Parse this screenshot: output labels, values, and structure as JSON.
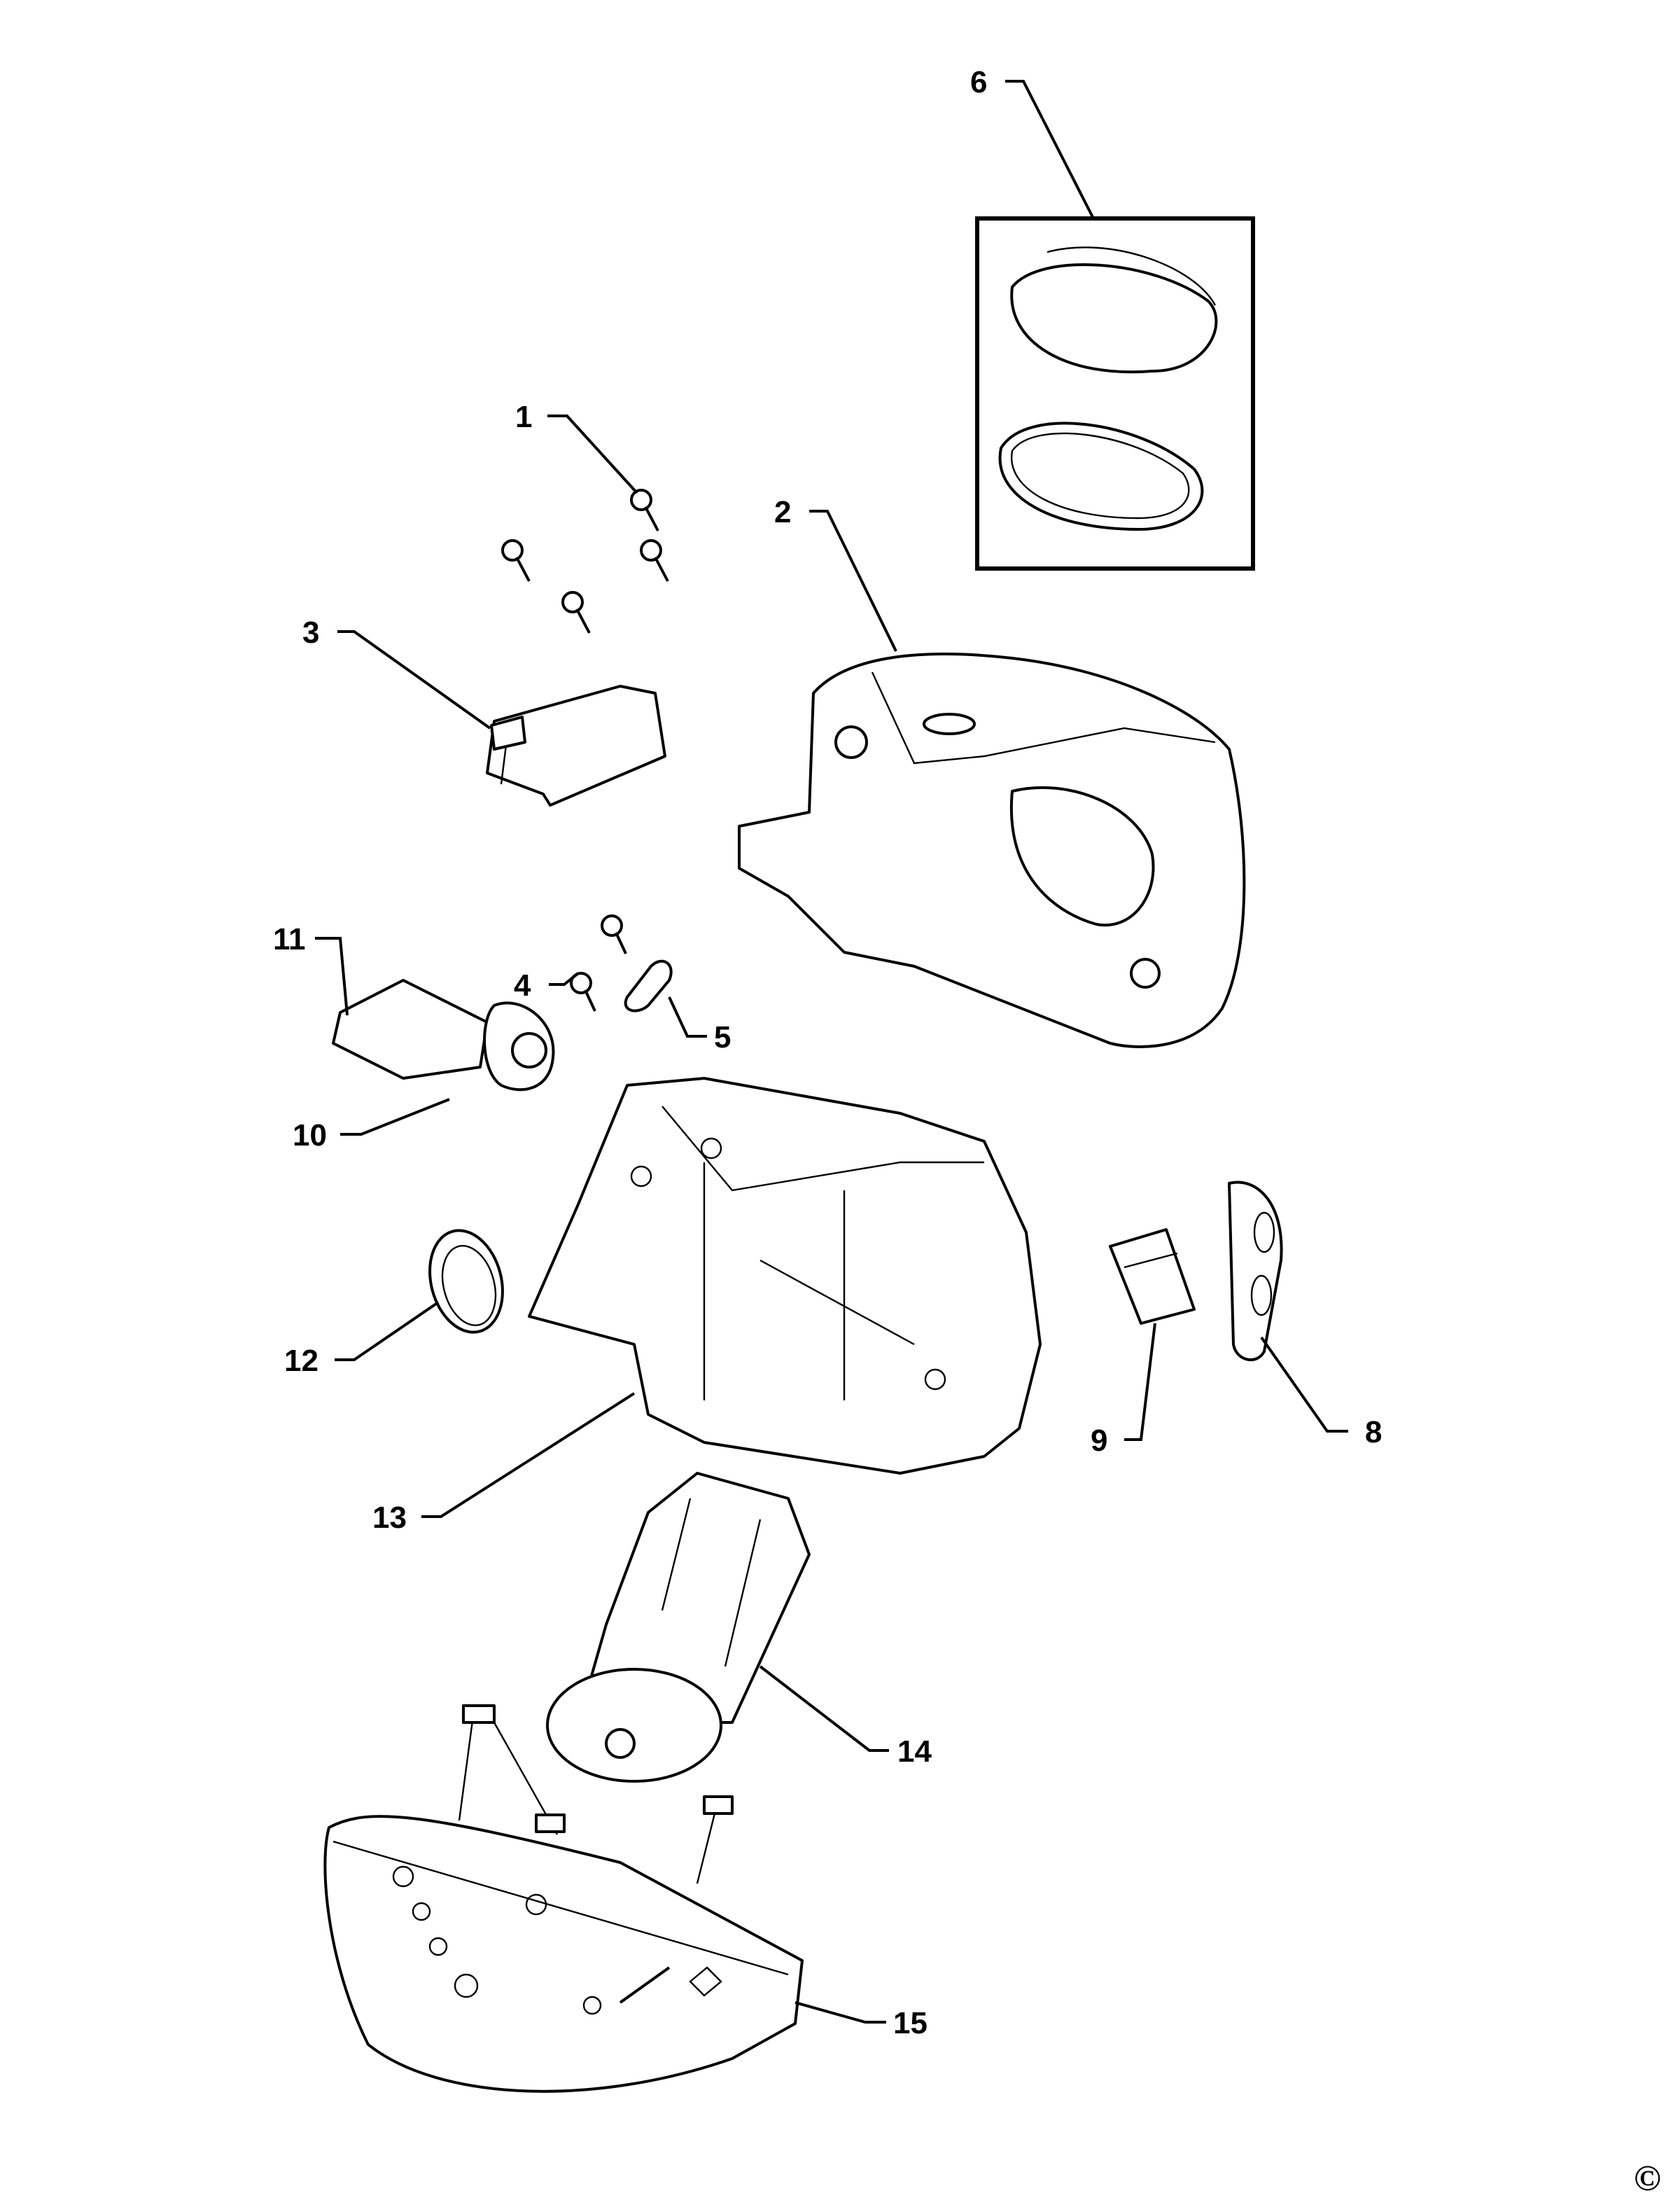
{
  "diagram": {
    "labels": {
      "p1": "1",
      "p2": "2",
      "p3": "3",
      "p4": "4",
      "p5": "5",
      "p6": "6",
      "p8": "8",
      "p9": "9",
      "p10": "10",
      "p11": "11",
      "p12": "12",
      "p13": "13",
      "p14": "14",
      "p15": "15"
    },
    "copyright": "©"
  }
}
